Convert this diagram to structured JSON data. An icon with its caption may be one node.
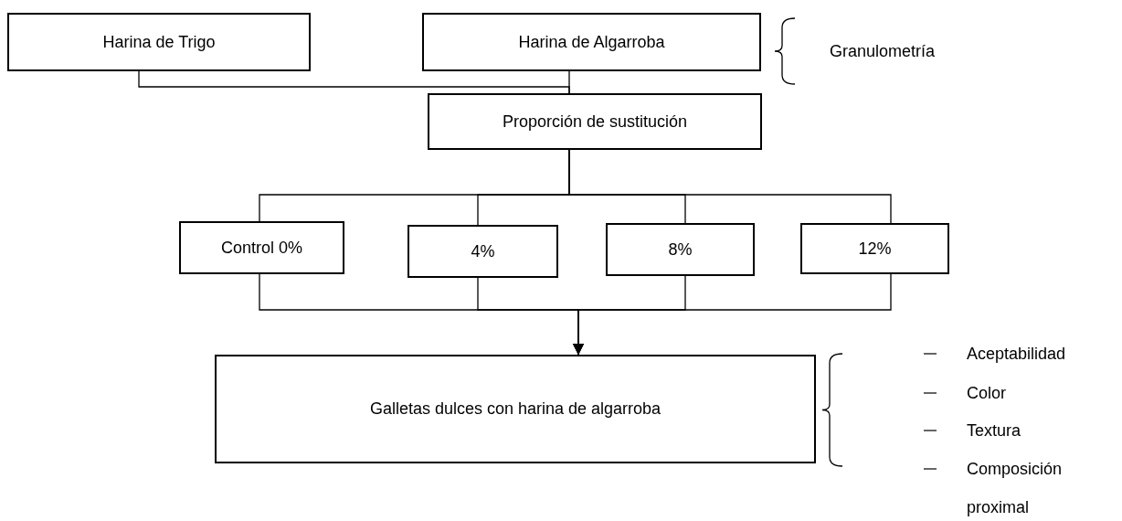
{
  "diagram": {
    "nodes": [
      {
        "text": [
          "Harina de Trigo"
        ]
      },
      {
        "text": [
          "Harina de Algarroba"
        ]
      },
      {
        "text": [
          "Proporción de sustitución"
        ]
      },
      {
        "text": [
          "Control 0%"
        ]
      },
      {
        "text": [
          "4%"
        ]
      },
      {
        "text": [
          "8%"
        ]
      },
      {
        "text": [
          "12%"
        ]
      },
      {
        "text": [
          "Galletas dulces con harina de algarroba"
        ]
      }
    ],
    "edges": [
      {
        "from": 0,
        "to": 2,
        "arrow": "none"
      },
      {
        "from": 1,
        "to": 2,
        "arrow": "none"
      },
      {
        "from": 2,
        "to": 3,
        "arrow": "none"
      },
      {
        "from": 2,
        "to": 4,
        "arrow": "none"
      },
      {
        "from": 2,
        "to": 5,
        "arrow": "none"
      },
      {
        "from": 2,
        "to": 6,
        "arrow": "none"
      },
      {
        "from": 3,
        "to": 7,
        "arrow": "to"
      },
      {
        "from": 4,
        "to": 7,
        "arrow": "to"
      },
      {
        "from": 5,
        "to": 7,
        "arrow": "to"
      },
      {
        "from": 6,
        "to": 7,
        "arrow": "to"
      }
    ],
    "labels": [
      "Granulometría",
      "Aceptabilidad",
      "Color",
      "Textura",
      "Composición proximal"
    ]
  }
}
